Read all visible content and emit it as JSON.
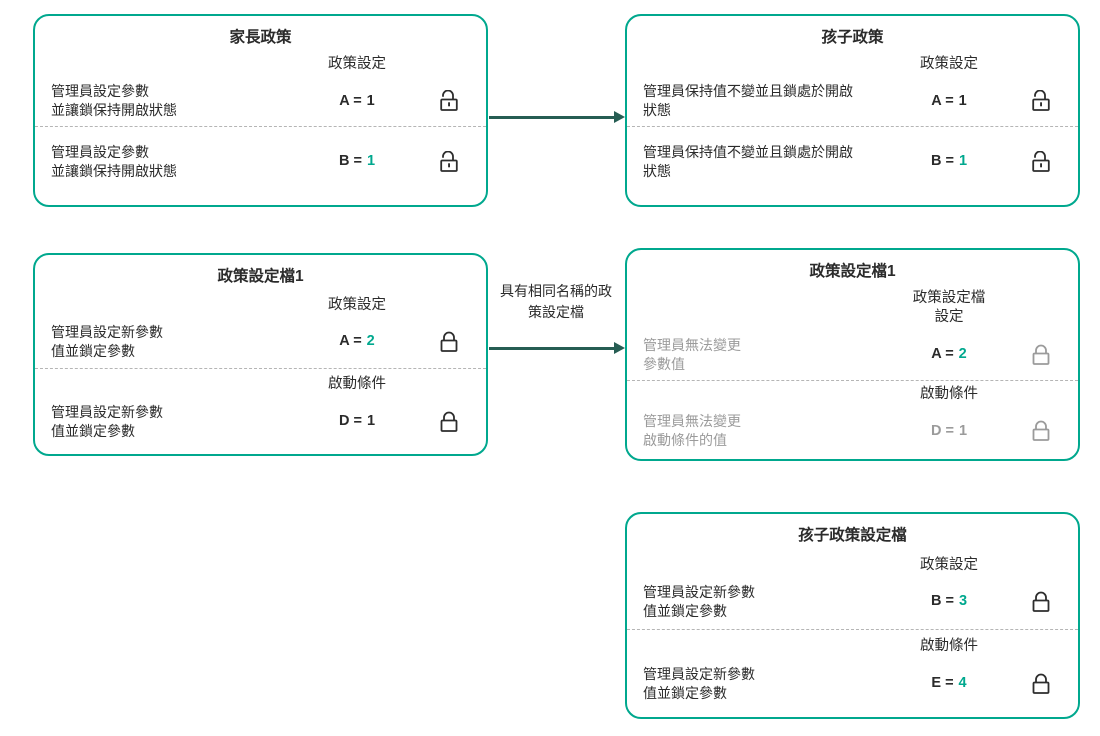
{
  "palette": {
    "card_border": "#00a88e",
    "accent_teal": "#00a88e",
    "arrow": "#265d53",
    "text_dark": "#2b2b2b",
    "text_muted": "#9b9b9b",
    "separator": "#b5b5b5"
  },
  "boxes": [
    {
      "title": "家長政策",
      "sections": [
        {
          "header": "政策設定",
          "desc": "管理員設定參數\n並讓鎖保持開啟狀態",
          "desc_muted": false,
          "eq": "A =",
          "eq_color": "dark",
          "num": "1",
          "num_color": "dark",
          "lock": "open"
        },
        {
          "header": "",
          "desc": "管理員設定參數\n並讓鎖保持開啟狀態",
          "desc_muted": false,
          "eq": "B =",
          "eq_color": "dark",
          "num": "1",
          "num_color": "teal",
          "lock": "open"
        }
      ]
    },
    {
      "title": "孩子政策",
      "sections": [
        {
          "header": "政策設定",
          "desc": "管理員保持值不變並且鎖處於開啟\n狀態",
          "desc_muted": false,
          "eq": "A =",
          "eq_color": "dark",
          "num": "1",
          "num_color": "dark",
          "lock": "open"
        },
        {
          "header": "",
          "desc": "管理員保持值不變並且鎖處於開啟\n狀態",
          "desc_muted": false,
          "eq": "B =",
          "eq_color": "dark",
          "num": "1",
          "num_color": "teal",
          "lock": "open"
        }
      ]
    },
    {
      "title": "政策設定檔1",
      "sections": [
        {
          "header": "政策設定",
          "desc": "管理員設定新參數\n值並鎖定參數",
          "desc_muted": false,
          "eq": "A =",
          "eq_color": "dark",
          "num": "2",
          "num_color": "teal",
          "lock": "closed"
        },
        {
          "header": "啟動條件",
          "desc": "管理員設定新參數\n值並鎖定參數",
          "desc_muted": false,
          "eq": "D =",
          "eq_color": "dark",
          "num": "1",
          "num_color": "dark",
          "lock": "closed"
        }
      ]
    },
    {
      "title": "政策設定檔1",
      "sections": [
        {
          "header": "政策設定檔\n設定",
          "desc": "管理員無法變更\n參數值",
          "desc_muted": true,
          "eq": "A =",
          "eq_color": "dark",
          "num": "2",
          "num_color": "teal",
          "lock": "closed-gray"
        },
        {
          "header": "啟動條件",
          "desc": "管理員無法變更\n啟動條件的值",
          "desc_muted": true,
          "eq": "D =",
          "eq_color": "gray",
          "num": "1",
          "num_color": "gray",
          "lock": "closed-gray"
        }
      ]
    },
    {
      "title": "孩子政策設定檔",
      "sections": [
        {
          "header": "政策設定",
          "desc": "管理員設定新參數\n值並鎖定參數",
          "desc_muted": false,
          "eq": "B =",
          "eq_color": "dark",
          "num": "3",
          "num_color": "teal",
          "lock": "closed"
        },
        {
          "header": "啟動條件",
          "desc": "管理員設定新參數\n值並鎖定參數",
          "desc_muted": false,
          "eq": "E =",
          "eq_color": "dark",
          "num": "4",
          "num_color": "teal",
          "lock": "closed"
        }
      ]
    }
  ],
  "arrows": [
    {
      "label": ""
    },
    {
      "label": "具有相同名稱的政策設定檔"
    }
  ]
}
